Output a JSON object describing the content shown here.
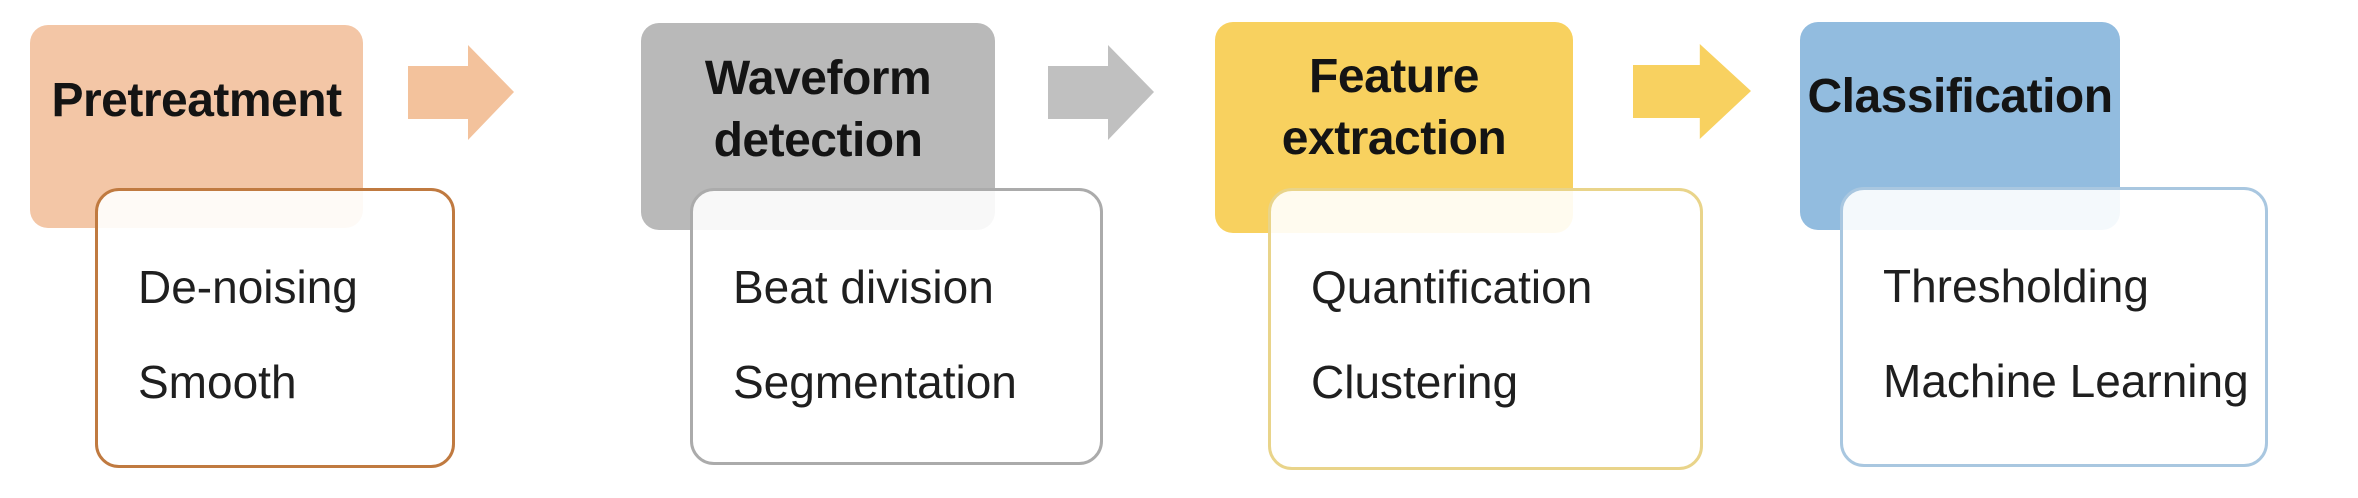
{
  "figure": {
    "type": "flowchart",
    "direction": "left-to-right",
    "text_color": "#141414",
    "stages": [
      {
        "title": "Pretreatment",
        "items": [
          "De-noising",
          "Smooth"
        ],
        "fill_color": "#F3C6A6",
        "border_color": "#C07A40"
      },
      {
        "title": "Waveform detection",
        "items": [
          "Beat division",
          "Segmentation"
        ],
        "fill_color": "#B9B9B9",
        "border_color": "#ABABAB"
      },
      {
        "title": "Feature extraction",
        "items": [
          "Quantification",
          "Clustering"
        ],
        "fill_color": "#F8D15F",
        "border_color": "#E9D48A"
      },
      {
        "title": "Classification",
        "items": [
          "Thresholding",
          "Machine Learning"
        ],
        "fill_color": "#92BCDF",
        "border_color": "#A9C7E0"
      }
    ],
    "arrows": [
      {
        "name": "arrow-right",
        "color": "#F3C29C"
      },
      {
        "name": "arrow-right",
        "color": "#C0C0C0"
      },
      {
        "name": "arrow-right",
        "color": "#F8D160"
      }
    ]
  }
}
